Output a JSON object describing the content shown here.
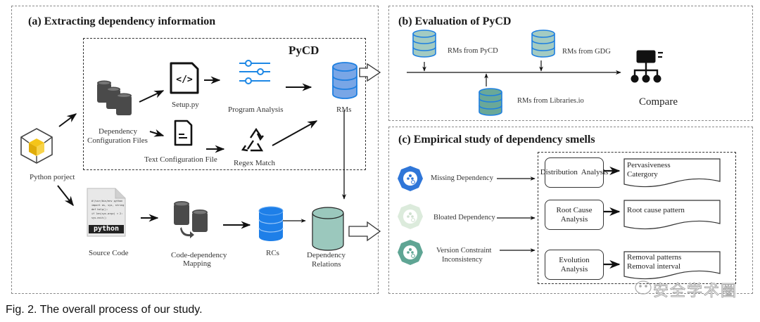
{
  "panels": {
    "a": {
      "title": "(a) Extracting dependency information",
      "pycd_label": "PyCD",
      "nodes": {
        "python_project": "Python porject",
        "dep_config_files_l1": "Dependency",
        "dep_config_files_l2": "Configuration Files",
        "setup_py": "Setup.py",
        "program_analysis": "Program Analysis",
        "rms": "RMs",
        "text_config_file": "Text Configuration File",
        "regex_match": "Regex Match",
        "source_code": "Source Code",
        "code_dep_mapping_l1": "Code-dependency",
        "code_dep_mapping_l2": "Mapping",
        "rcs": "RCs",
        "dep_relations_l1": "Dependency",
        "dep_relations_l2": "Relations"
      }
    },
    "b": {
      "title": "(b) Evaluation of PyCD",
      "sources": {
        "pycd": "RMs from PyCD",
        "gdg": "RMs from GDG",
        "librariesio": "RMs from Libraries.io"
      },
      "compare": "Compare"
    },
    "c": {
      "title": "(c) Empirical study of dependency smells",
      "smells": [
        {
          "label": "Missing Dependency",
          "color": "#2f76d8"
        },
        {
          "label": "Bloated Dependency",
          "color": "#dcebdc"
        },
        {
          "label_l1": "Version Constraint",
          "label_l2": "Inconsistency",
          "color": "#5fa594"
        }
      ],
      "analyses": [
        {
          "label": "Distribution  Analysis",
          "result_l1": "Pervasiveness",
          "result_l2": "Catergory"
        },
        {
          "label_l1": "Root Cause",
          "label_l2": "Analysis",
          "result_l1": "Root cause pattern"
        },
        {
          "label": "Evolution Analysis",
          "result_l1": "Removal patterns",
          "result_l2": "Removal interval"
        }
      ]
    }
  },
  "source_code_snippet": [
    "#!/usr/bin/env python",
    "import os, sys, string",
    "def help():",
    "if len(sys.argv) < 2:",
    "sys.exit()"
  ],
  "source_code_badge": "python",
  "watermark": "安全学术圈",
  "caption": "Fig. 2. The overall process of our study."
}
